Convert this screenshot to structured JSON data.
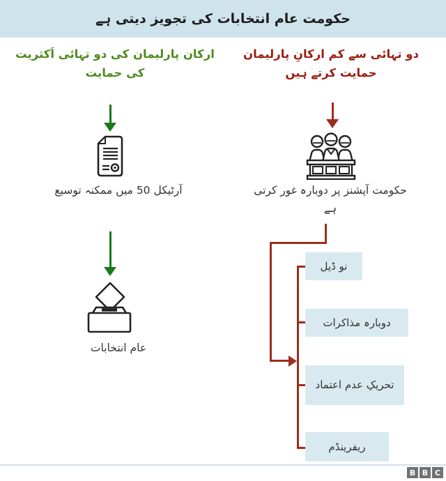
{
  "header": {
    "title": "حکومت عام انتخابات کی تجویز دیتی ہے"
  },
  "colors": {
    "header_bg": "#cfe3ec",
    "green_title": "#4e8a1e",
    "green_arrow": "#1a7a1a",
    "red_title": "#9a1c0f",
    "red_line": "#9e2d1f",
    "option_box_bg": "#d9e9f0",
    "body_text": "#333333",
    "bbc_gray": "#717171"
  },
  "left_column": {
    "title": "ارکان پارلیمان کی دو تہائی اَکثریت کی حمایت",
    "icons": [
      "document-icon",
      "ballot-box-icon"
    ],
    "step1_label": "آرٹیکل 50 میں ممکنہ توسیع",
    "step2_label": "عام انتخابات"
  },
  "right_column": {
    "title": "دو تہائی سے کم ارکانِ پارلیمان حمایت کرتے ہیں",
    "icon": "parliament-icon",
    "step_label": "حکومت آپشنز پر دوبارہ غور کرتی ہے",
    "options": [
      "نو ڈیل",
      "دوبارہ مذاکرات",
      "تحریکِ عدم اعتماد",
      "ریفرینڈم"
    ]
  },
  "footer": {
    "logo_letters": [
      "B",
      "B",
      "C"
    ]
  }
}
